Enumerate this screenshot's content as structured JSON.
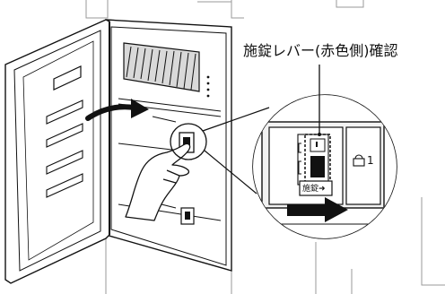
{
  "callout": {
    "title": "施錠レバー(赤色側)確認"
  },
  "detail": {
    "lock_label": "施錠➜",
    "unit_number": "1"
  },
  "colors": {
    "line": "#111111",
    "shade": "#cfcfcf",
    "light": "#f2f2f2",
    "arrow": "#111111"
  }
}
